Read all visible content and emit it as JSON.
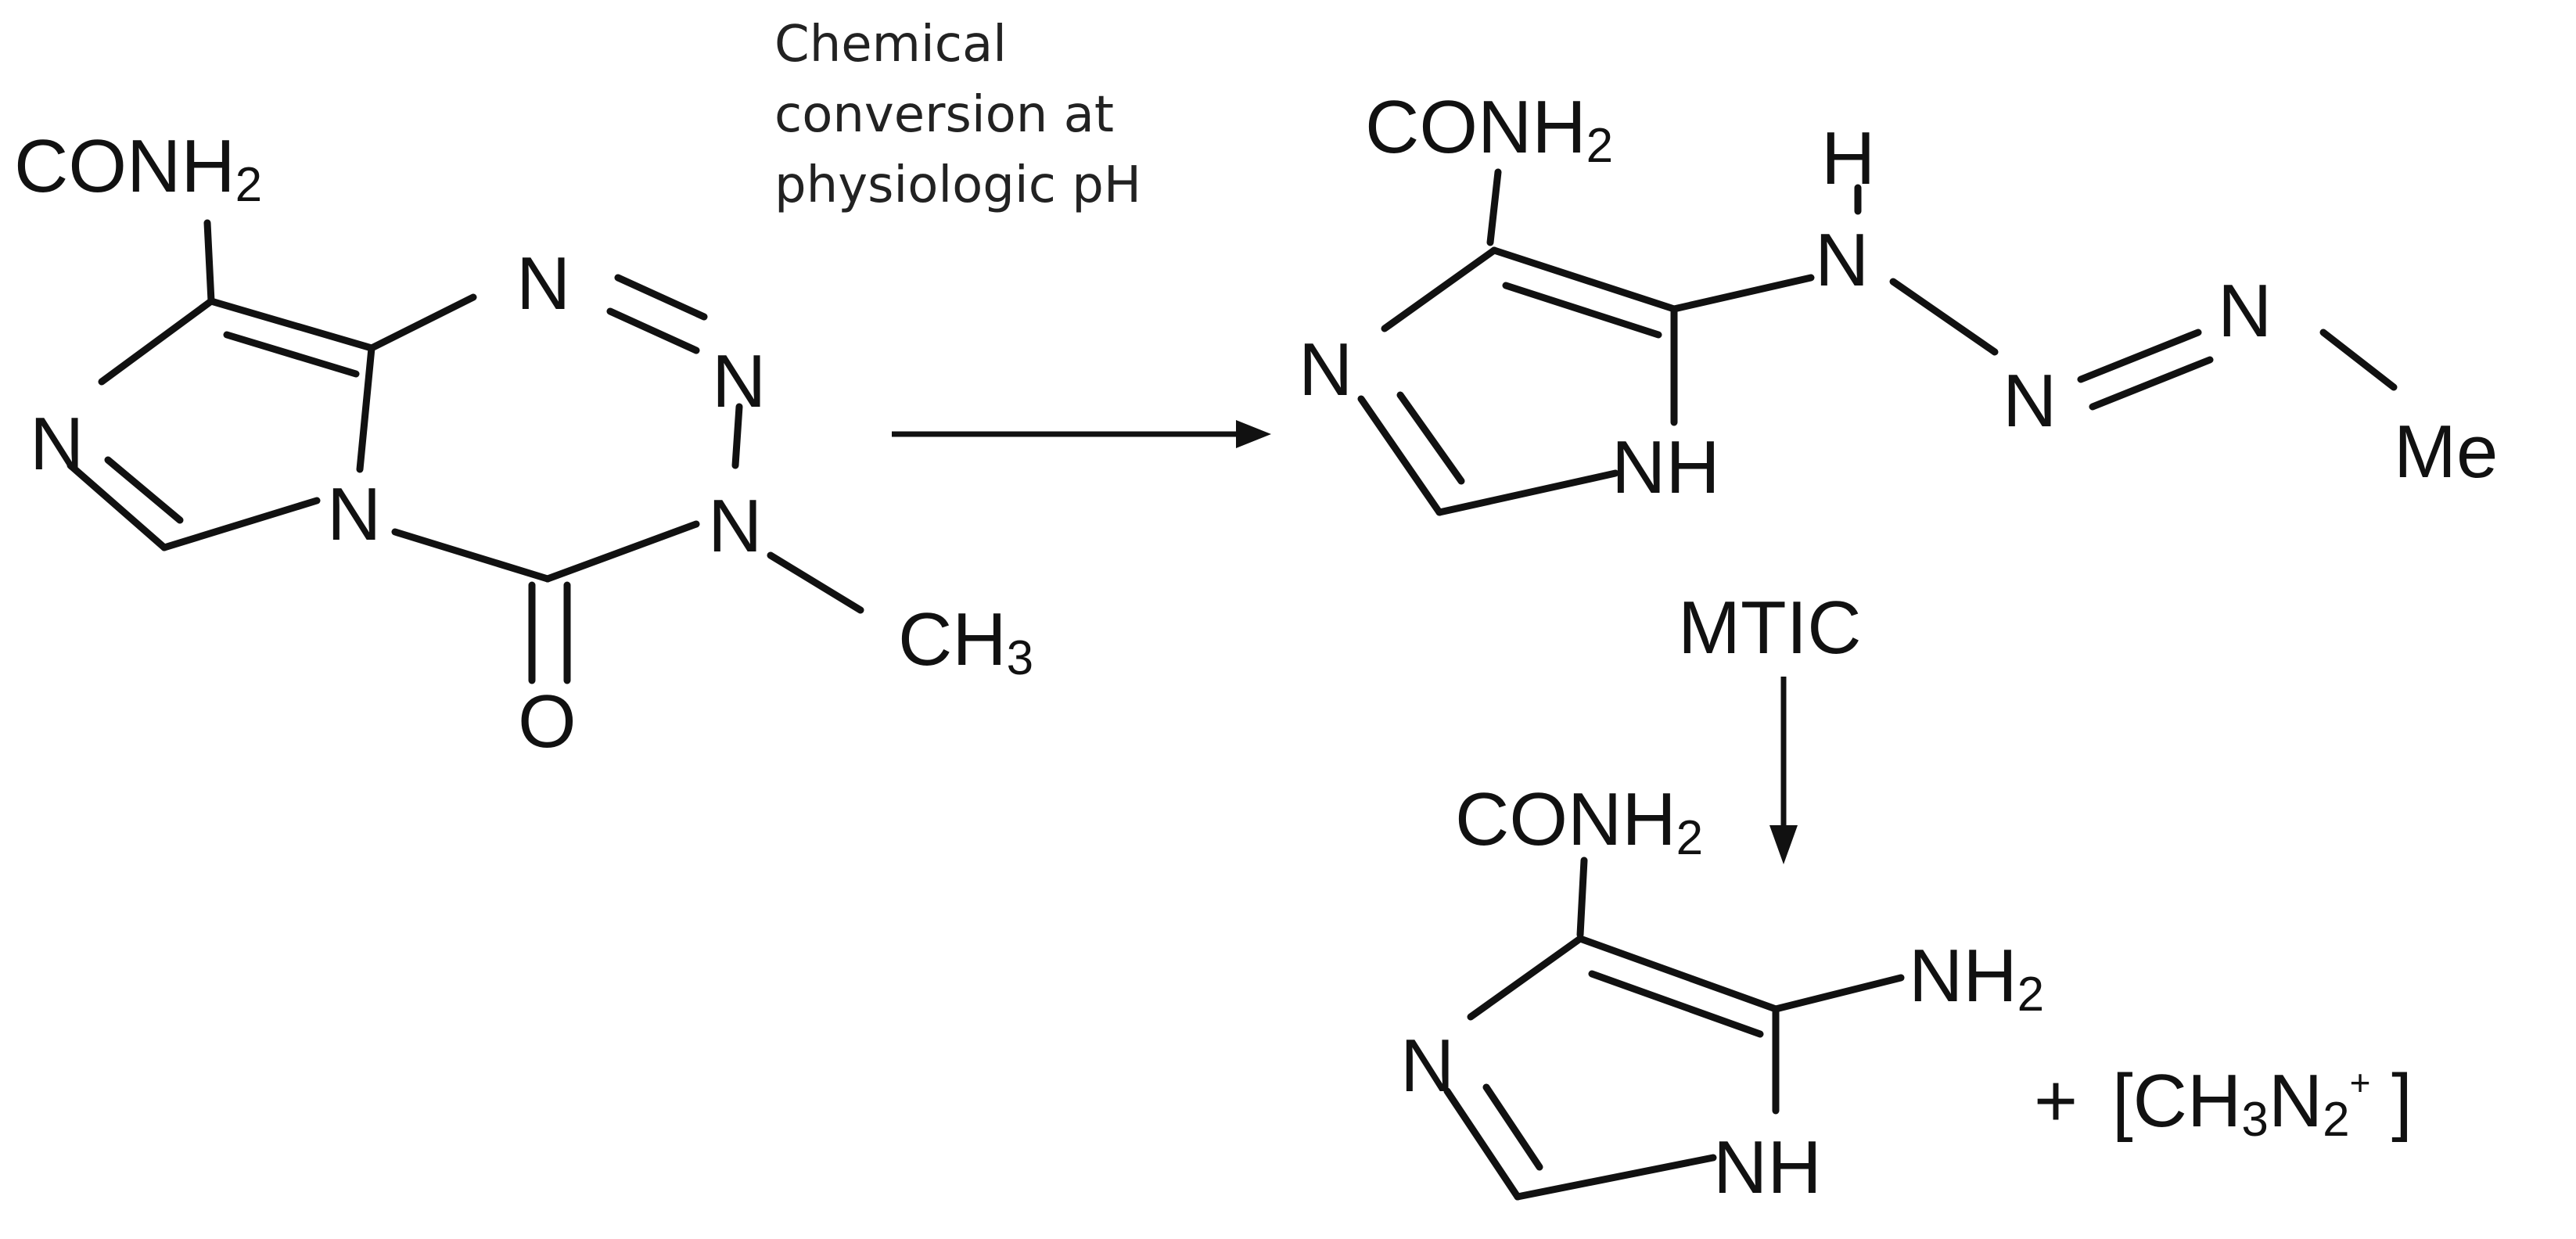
{
  "reactant": {
    "carboxamide": "CONH",
    "carboxamide_sub": "2",
    "ring_n_left": "N",
    "ring_n_bridge": "N",
    "ring_n_top": "N",
    "ring_n_right": "N",
    "ring_n_methyl": "N",
    "methyl": "CH",
    "methyl_sub": "3",
    "carbonyl_o": "O"
  },
  "conversion_caption": {
    "line1": "Chemical",
    "line2": "conversion at",
    "line3": "physiologic pH"
  },
  "mtic_structure": {
    "carboxamide": "CONH",
    "carboxamide_sub": "2",
    "ring_n": "N",
    "ring_nh": "NH",
    "hydrogen": "H",
    "triazene_n1": "N",
    "triazene_n2": "N",
    "triazene_n3": "N",
    "methyl": "Me"
  },
  "mtic_label": "MTIC",
  "product": {
    "carboxamide": "CONH",
    "carboxamide_sub": "2",
    "amine": "NH",
    "amine_sub": "2",
    "ring_n": "N",
    "ring_nh": "NH",
    "plus": "+",
    "cation_open": "[CH",
    "cation_sub1": "3",
    "cation_n": "N",
    "cation_sub2": "2",
    "cation_charge": "+",
    "cation_close": " ]"
  }
}
